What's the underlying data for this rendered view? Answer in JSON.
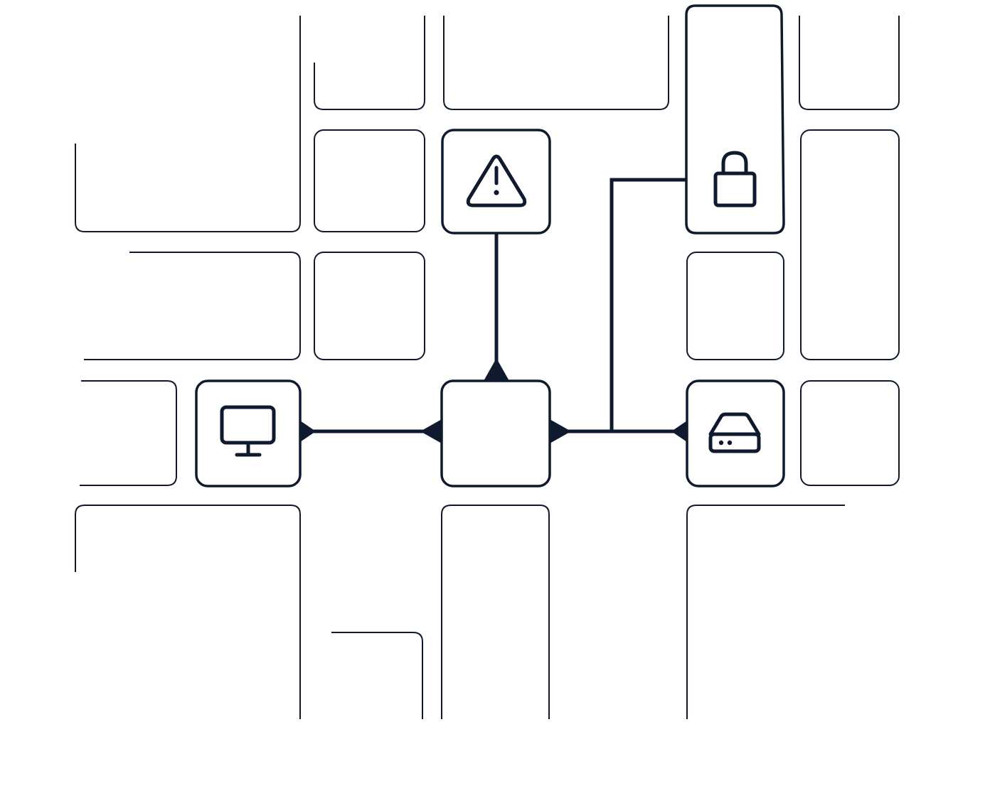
{
  "diagram": {
    "type": "network-topology",
    "colors": {
      "stroke": "#0f1a2e",
      "background": "#ffffff"
    },
    "background_grid_tiles": 22,
    "nodes": [
      {
        "id": "alert",
        "icon": "warning-icon",
        "label": ""
      },
      {
        "id": "security",
        "icon": "lock-icon",
        "label": ""
      },
      {
        "id": "client",
        "icon": "monitor-icon",
        "label": ""
      },
      {
        "id": "hub",
        "icon": "",
        "label": ""
      },
      {
        "id": "storage",
        "icon": "server-drive-icon",
        "label": ""
      }
    ],
    "edges": [
      {
        "from": "hub",
        "to": "alert"
      },
      {
        "from": "client",
        "to": "hub"
      },
      {
        "from": "hub",
        "to": "storage"
      },
      {
        "from": "hub",
        "to": "security"
      }
    ]
  }
}
